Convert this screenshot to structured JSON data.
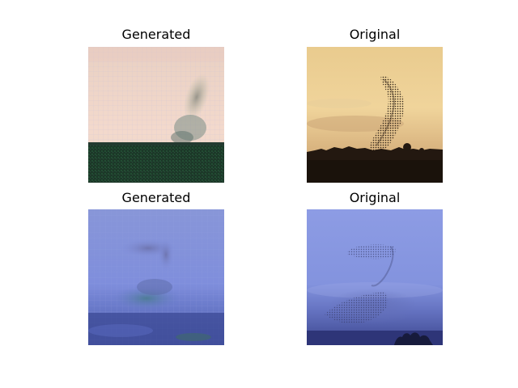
{
  "figure": {
    "panels": [
      {
        "title": "Generated",
        "kind": "generated",
        "scene": "sunset-starling-murmuration"
      },
      {
        "title": "Original",
        "kind": "original",
        "scene": "sunset-starling-murmuration"
      },
      {
        "title": "Generated",
        "kind": "generated",
        "scene": "blue-sky-murmuration-reflection"
      },
      {
        "title": "Original",
        "kind": "original",
        "scene": "blue-sky-murmuration-reflection"
      }
    ]
  },
  "colors": {
    "background": "#ffffff",
    "title_text": "#000000",
    "sunset_sky": "#e6c98a",
    "sunset_ground": "#241a10",
    "generated_pink": "#f0d2c4",
    "generated_green_ground": "#1d3a2a",
    "blue_sky": "#8a98e2",
    "blue_ground": "#414a98"
  }
}
